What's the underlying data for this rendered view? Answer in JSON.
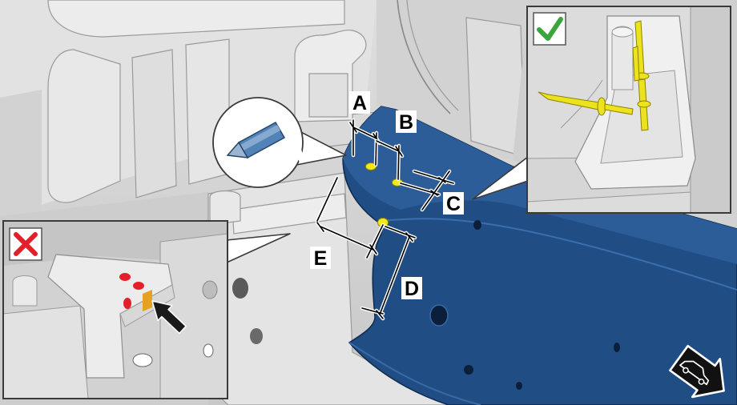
{
  "labels": {
    "a": "A",
    "b": "B",
    "c": "C",
    "d": "D",
    "e": "E"
  },
  "callout": {
    "icon": "punch-tool-icon"
  },
  "inset_correct": {
    "icon": "check-mark-icon"
  },
  "inset_incorrect": {
    "icon": "x-mark-icon",
    "pointer_icon": "arrow-icon"
  },
  "direction_indicator": {
    "icon": "vehicle-direction-arrow-icon"
  },
  "colors": {
    "rail": "#1f4d84",
    "rail_top": "#2c5d99",
    "marker_yellow": "#f2e81c",
    "rivet_yellow": "#ece21e",
    "error_red": "#e3202a",
    "error_orange": "#e8a020",
    "check_green": "#3aa53a",
    "tool_blue": "#5283b8"
  }
}
